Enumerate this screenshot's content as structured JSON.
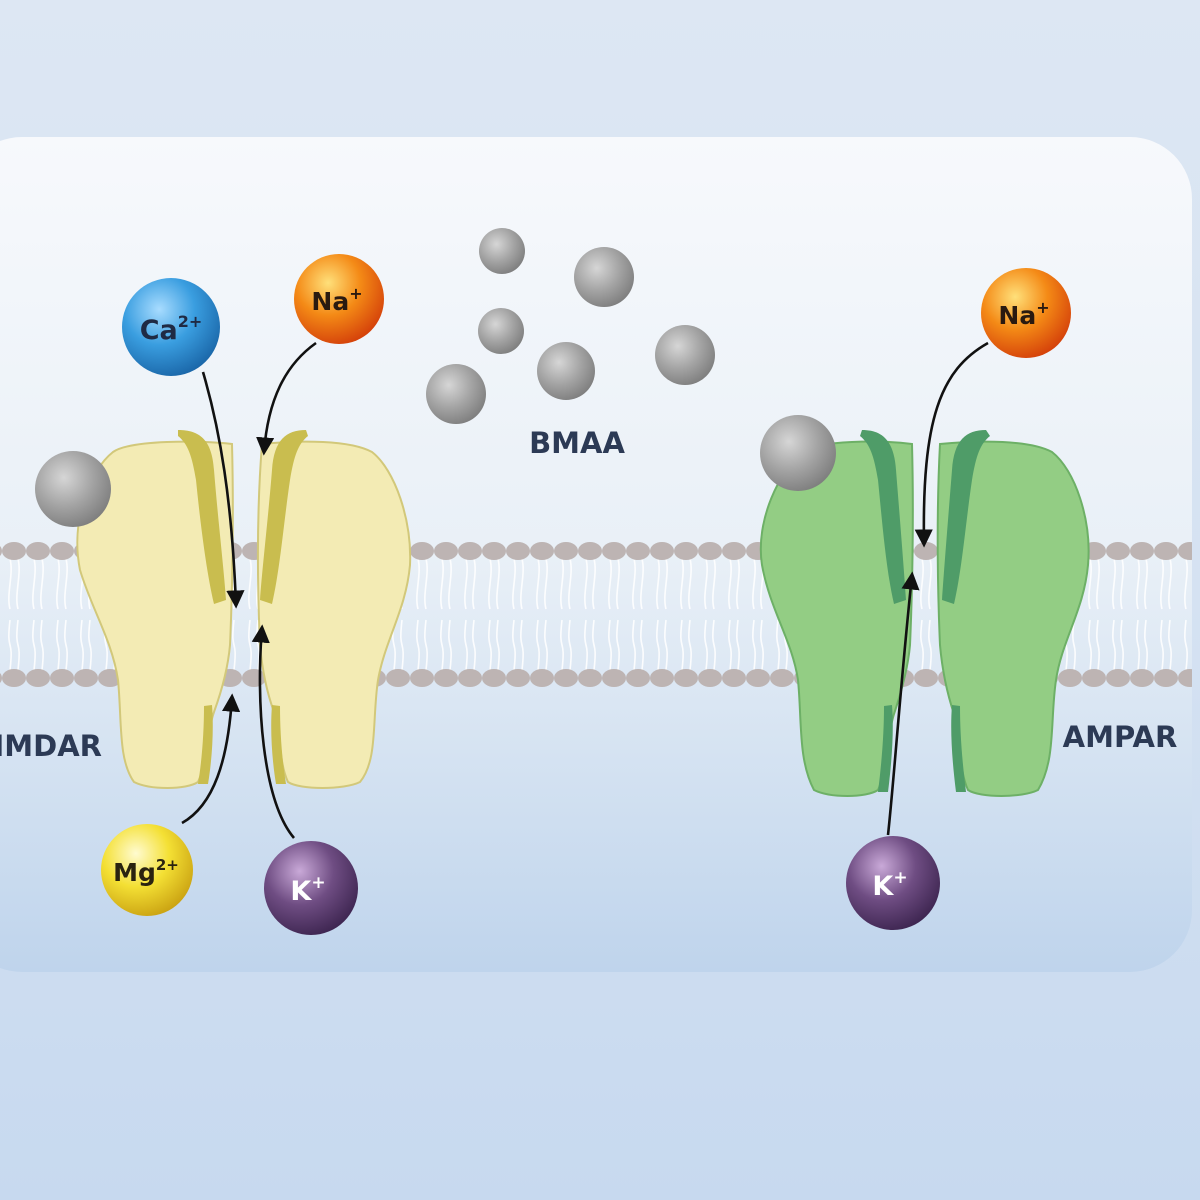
{
  "labels": {
    "bmaa": "BMAA",
    "nmdar": "NMDAR",
    "ampar": "AMPAR"
  },
  "ions": {
    "ca_nmdar": {
      "symbol": "Ca",
      "charge": "2+"
    },
    "na_nmdar": {
      "symbol": "Na",
      "charge": "+"
    },
    "mg_nmdar": {
      "symbol": "Mg",
      "charge": "2+"
    },
    "k_nmdar": {
      "symbol": "K",
      "charge": "+"
    },
    "na_ampar": {
      "symbol": "Na",
      "charge": "+"
    },
    "k_ampar": {
      "symbol": "K",
      "charge": "+"
    }
  },
  "colors": {
    "nmdar_fill": "#f3ebb4",
    "nmdar_stripe": "#c9bd4f",
    "ampar_fill": "#93cd84",
    "ampar_stripe": "#4f9c68",
    "ca_ion": "#2e8fd0",
    "na_ion": "#f07a10",
    "mg_ion": "#ecd21e",
    "k_ion": "#6c4a7e",
    "bmaa_ball": "#9e9e9e",
    "lipid_head": "#bdb4b3"
  }
}
